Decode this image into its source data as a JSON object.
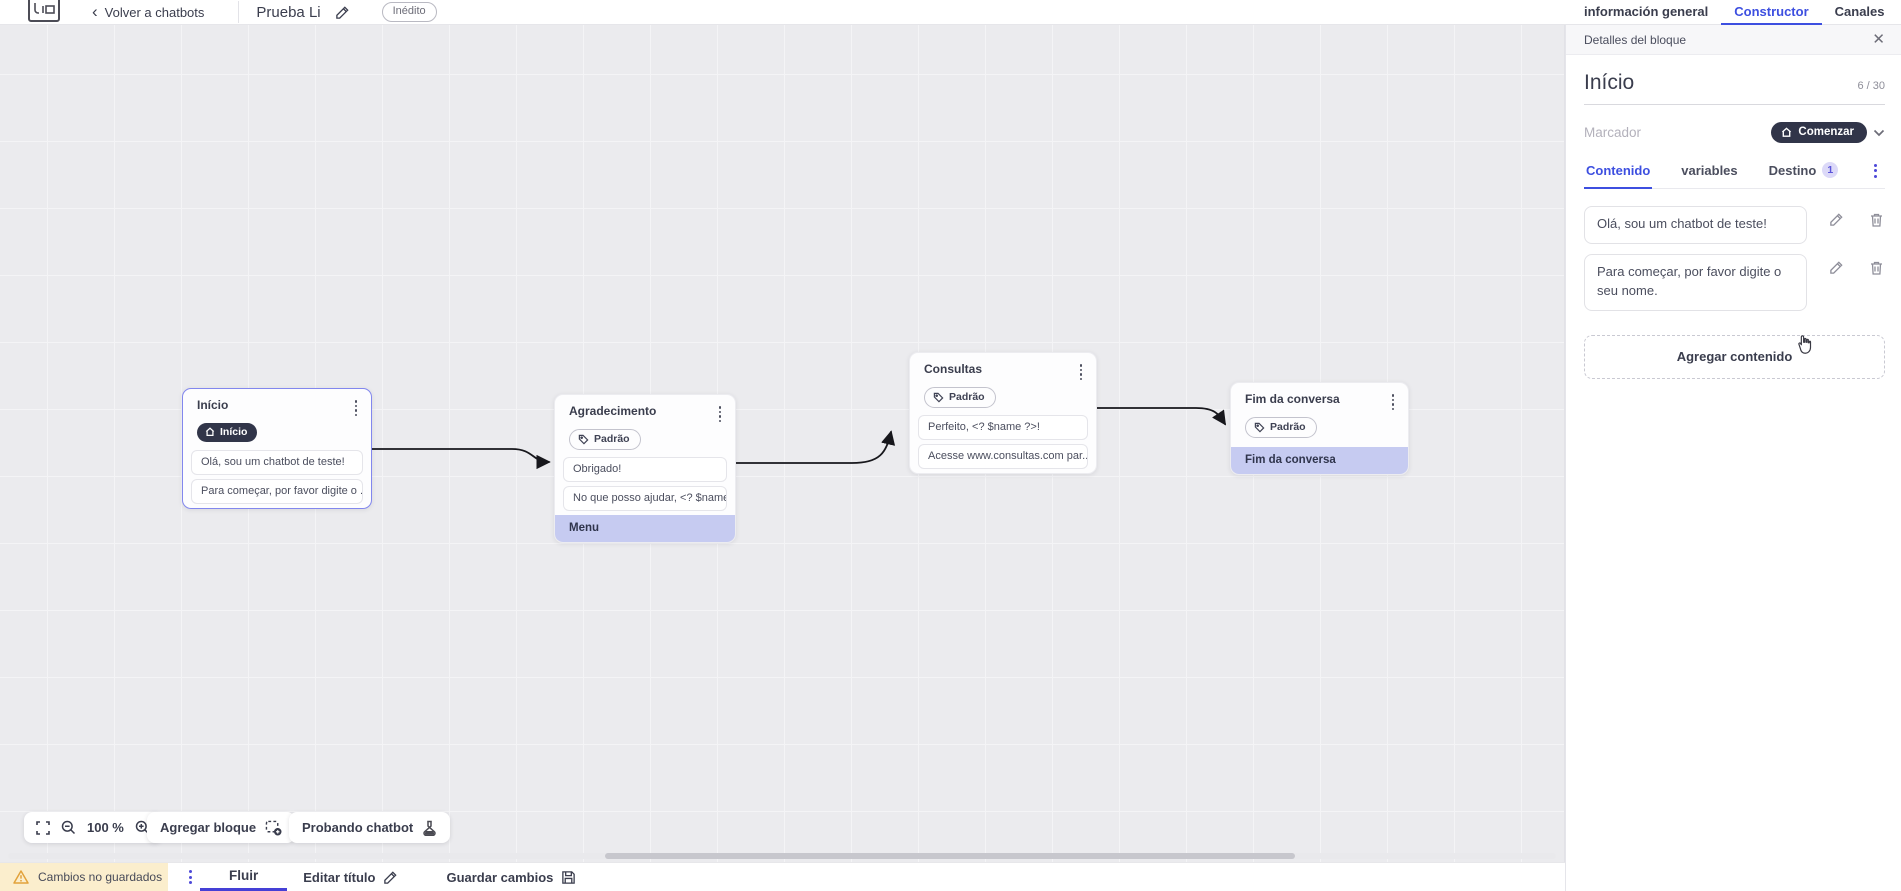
{
  "topbar": {
    "back_label": "Volver a chatbots",
    "title": "Prueba Li",
    "status_badge": "Inédito",
    "tabs": [
      {
        "label": "información general",
        "active": false
      },
      {
        "label": "Constructor",
        "active": true
      },
      {
        "label": "Canales",
        "active": false
      }
    ]
  },
  "panel": {
    "header": "Detalles del bloque",
    "block_name": "Início",
    "char_count": "6 / 30",
    "marker_label": "Marcador",
    "marker_value": "Comenzar",
    "tabs": [
      {
        "label": "Contenido",
        "active": true
      },
      {
        "label": "variables",
        "active": false
      },
      {
        "label": "Destino",
        "active": false,
        "badge": "1"
      }
    ],
    "contents": [
      {
        "text": "Olá, sou um chatbot de teste!"
      },
      {
        "text": "Para começar, por favor digite o seu nome."
      }
    ],
    "add_content_label": "Agregar contenido"
  },
  "canvas": {
    "zoom_level": "100 %",
    "add_block_label": "Agregar bloque",
    "test_chatbot_label": "Probando chatbot",
    "nodes": [
      {
        "title": "Início",
        "badge": "Início",
        "selected": true,
        "rows": [
          {
            "text": "Olá, sou um chatbot de teste!"
          },
          {
            "text": "Para começar, por favor digite o ..."
          }
        ]
      },
      {
        "title": "Agradecimento",
        "badge": "Padrão",
        "selected": false,
        "rows": [
          {
            "text": "Obrigado!"
          },
          {
            "text": "No que posso ajudar, <? $name ..."
          },
          {
            "text": "Menu"
          }
        ]
      },
      {
        "title": "Consultas",
        "badge": "Padrão",
        "selected": false,
        "rows": [
          {
            "text": "Perfeito, <? $name ?>!"
          },
          {
            "text": "Acesse www.consultas.com par..."
          }
        ]
      },
      {
        "title": "Fim da conversa",
        "badge": "Padrão",
        "selected": false,
        "rows": [
          {
            "text": "Fim da conversa"
          }
        ]
      }
    ]
  },
  "statusbar": {
    "warning": "Cambios no guardados",
    "flow_tab": "Fluir",
    "edit_title_label": "Editar título",
    "save_label": "Guardar cambios"
  },
  "colors": {
    "accent_blue": "#3d4fe0",
    "underline_purple": "#4540d6",
    "dark_pill": "#313549",
    "row_highlight": "#c6cbf1",
    "destino_badge_bg": "#dcd9f8",
    "warning_bg": "#fbeecd",
    "warning_icon": "#e2a23b",
    "canvas_bg": "#ebebee",
    "wire": "#17171c"
  }
}
